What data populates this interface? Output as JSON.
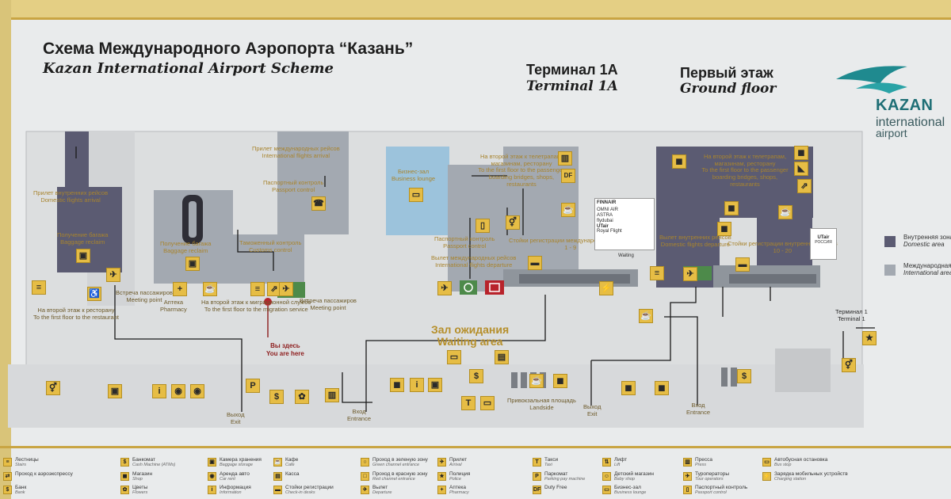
{
  "header": {
    "title_ru": "Схема Международного Аэропорта “Казань”",
    "title_en": "Kazan International Airport Scheme",
    "terminal_ru": "Терминал 1А",
    "terminal_en": "Terminal 1A",
    "floor_ru": "Первый этаж",
    "floor_en": "Ground floor"
  },
  "logo": {
    "word": "KAZAN",
    "sub1": "international",
    "sub2": "airport"
  },
  "colors": {
    "domestic": "#5b5b72",
    "international": "#a3a9b1",
    "business": "#9cc3dc",
    "icon": "#e6bd45",
    "path": "#1a1a1a",
    "accent_gold": "#c9a543",
    "teal": "#1f6f76"
  },
  "zones": {
    "domestic_arrival_ru": "Прилет внутренних рейсов",
    "domestic_arrival_en": "Domestic flights arrival",
    "baggage_ru": "Получение багажа",
    "baggage_en": "Baggage reclaim",
    "intl_arrival_ru": "Прилет международных рейсов",
    "intl_arrival_en": "International flights arrival",
    "passport_ru": "Паспортный контроль",
    "passport_en": "Passport control",
    "intl_baggage_ru": "Получение багажа",
    "intl_baggage_en": "Baggage reclaim",
    "customs_ru": "Таможенный контроль",
    "customs_en": "Customs control",
    "business_ru": "Бизнес-зал",
    "business_en": "Business lounge",
    "second_floor_shops_ru": "На второй этаж к телетрапам, магазинам, ресторану",
    "second_floor_shops_en": "To the first floor to the passenger boarding bridges, shops, restaurants",
    "checkin_intl_ru": "Стойки регистрации международных рейсов",
    "checkin_intl_range": "1 - 9",
    "passport2_ru": "Паспортный контроль",
    "passport2_en": "Passport control",
    "intl_departure_ru": "Вылет международных рейсов",
    "intl_departure_en": "International flights departure",
    "domestic_departure_ru": "Вылет внутренних рейсов",
    "domestic_departure_en": "Domestic flights departure",
    "checkin_dom_ru": "Стойки регистрации внутренних рейсов",
    "checkin_dom_range": "10 - 20",
    "shops_right_ru": "На второй этаж к телетрапам, магазинам, ресторану",
    "shops_right_en": "To the first floor to the passenger boarding bridges, shops, restaurants",
    "meeting_left_ru": "Встреча пассажиров",
    "meeting_left_en": "Meeting point",
    "pharmacy_ru": "Аптека",
    "pharmacy_en": "Pharmacy",
    "restaurant_ru": "На второй этаж к ресторану",
    "restaurant_en": "To the first floor to the restaurant",
    "migration_ru": "На второй этаж к миграционной службе",
    "migration_en": "To the first floor to the migration service",
    "meeting_mid_ru": "Встреча пассажиров",
    "meeting_mid_en": "Meeting point",
    "you_are_here_ru": "Вы здесь",
    "you_are_here_en": "You are here",
    "waiting_ru": "Зал ожидания",
    "waiting_en": "Waiting area",
    "landside_ru": "Привокзальная площадь",
    "landside_en": "Landside",
    "terminal1_ru": "Терминал 1",
    "terminal1_en": "Terminal 1",
    "exit1_ru": "Выход",
    "exit1_en": "Exit",
    "entrance1_ru": "Вход",
    "entrance1_en": "Entrance",
    "exit2_ru": "Выход",
    "exit2_en": "Exit",
    "entrance2_ru": "Вход",
    "entrance2_en": "Entrance",
    "board_label": "Waiting",
    "airlines": [
      "FINNAIR",
      "OMNI AIR",
      "ASTRA",
      "flydubai",
      "UTair",
      "Royal Flight"
    ],
    "airline_right": "UTair",
    "airline_right2": "РОССИЯ"
  },
  "side_legend": {
    "domestic_ru": "Внутренняя зона",
    "domestic_en": "Domestic area",
    "intl_ru": "Международная зона",
    "intl_en": "International area"
  },
  "legend": [
    {
      "icon": "stairs-icon",
      "glyph": "≡",
      "ru": "Лестницы",
      "en": "Stairs"
    },
    {
      "icon": "train-icon",
      "glyph": "⇄",
      "ru": "Проход к аэроэкспрессу",
      "en": ""
    },
    {
      "icon": "bank-icon",
      "glyph": "$",
      "ru": "Банк",
      "en": "Bank"
    },
    {
      "icon": "atm-icon",
      "glyph": "$",
      "ru": "Банкомат",
      "en": "Cash Machine (ATMs)"
    },
    {
      "icon": "shop-icon",
      "glyph": "◼",
      "ru": "Магазин",
      "en": "Shop"
    },
    {
      "icon": "flower-icon",
      "glyph": "✿",
      "ru": "Цветы",
      "en": "Flowers"
    },
    {
      "icon": "luggage-icon",
      "glyph": "▣",
      "ru": "Камера хранения",
      "en": "Baggage storage"
    },
    {
      "icon": "car-icon",
      "glyph": "◉",
      "ru": "Аренда авто",
      "en": "Car rent"
    },
    {
      "icon": "info-icon",
      "glyph": "i",
      "ru": "Информация",
      "en": "Information"
    },
    {
      "icon": "cafe-icon",
      "glyph": "☕",
      "ru": "Кафе",
      "en": "Cafe"
    },
    {
      "icon": "cashier-icon",
      "glyph": "▤",
      "ru": "Касса",
      "en": ""
    },
    {
      "icon": "checkin-icon",
      "glyph": "▬",
      "ru": "Стойки регистрации",
      "en": "Check-in desks"
    },
    {
      "icon": "green-channel-icon",
      "glyph": "○",
      "ru": "Проход в зеленую зону",
      "en": "Green channel entrance"
    },
    {
      "icon": "red-channel-icon",
      "glyph": "□",
      "ru": "Проход в красную зону",
      "en": "Red channel entrance"
    },
    {
      "icon": "departure-icon",
      "glyph": "✈",
      "ru": "Вылет",
      "en": "Departure"
    },
    {
      "icon": "arrival-icon",
      "glyph": "✈",
      "ru": "Прилет",
      "en": "Arrival"
    },
    {
      "icon": "police-icon",
      "glyph": "★",
      "ru": "Полиция",
      "en": "Police"
    },
    {
      "icon": "pharmacy-icon",
      "glyph": "+",
      "ru": "Аптека",
      "en": "Pharmacy"
    },
    {
      "icon": "taxi-icon",
      "glyph": "T",
      "ru": "Такси",
      "en": "Taxi"
    },
    {
      "icon": "parking-icon",
      "glyph": "P",
      "ru": "Паркомат",
      "en": "Parking pay machine"
    },
    {
      "icon": "dutyfree-icon",
      "glyph": "DF",
      "ru": "Duty Free",
      "en": ""
    },
    {
      "icon": "lift-icon",
      "glyph": "⇅",
      "ru": "Лифт",
      "en": "Lift"
    },
    {
      "icon": "kids-icon",
      "glyph": "☺",
      "ru": "Детский магазин",
      "en": "Baby shop"
    },
    {
      "icon": "lounge-icon",
      "glyph": "▭",
      "ru": "Бизнес-зал",
      "en": "Business lounge"
    },
    {
      "icon": "press-icon",
      "glyph": "▥",
      "ru": "Пресса",
      "en": "Press"
    },
    {
      "icon": "tour-icon",
      "glyph": "✈",
      "ru": "Туроператоры",
      "en": "Tour operators"
    },
    {
      "icon": "passport-icon",
      "glyph": "▯",
      "ru": "Паспортный контроль",
      "en": "Passport control"
    },
    {
      "icon": "bus-icon",
      "glyph": "▭",
      "ru": "Автобусная остановка",
      "en": "Bus stop"
    },
    {
      "icon": "charging-icon",
      "glyph": "⚡",
      "ru": "Зарядка мобильных устройств",
      "en": "Charging station"
    }
  ]
}
